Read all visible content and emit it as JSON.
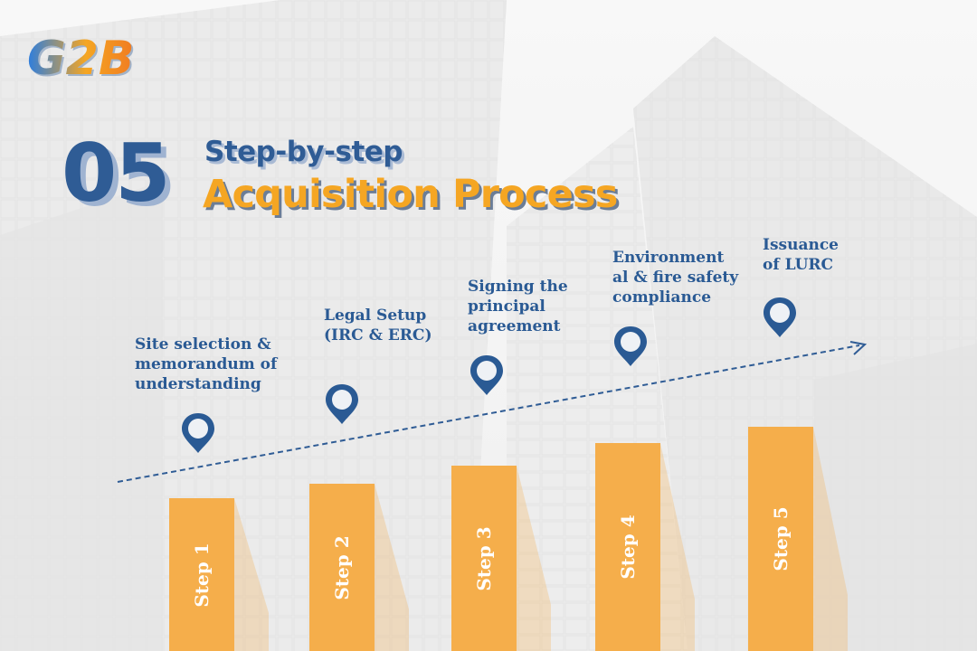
{
  "logo": {
    "text": "G2B"
  },
  "header": {
    "number": "05",
    "title_line1": "Step-by-step",
    "title_line2": "Acquisition Process"
  },
  "colors": {
    "accent_blue": "#2f5c95",
    "accent_orange": "#f5a623",
    "bar_orange": "#f5ae4b",
    "label_blue": "#2a5a94"
  },
  "steps": [
    {
      "bar_label": "Step 1",
      "description": "Site selection & memorandum of understanding",
      "icon": "location-pin-icon"
    },
    {
      "bar_label": "Step 2",
      "description": "Legal Setup (IRC & ERC)",
      "icon": "location-pin-icon"
    },
    {
      "bar_label": "Step 3",
      "description": "Signing the principal agreement",
      "icon": "location-pin-icon"
    },
    {
      "bar_label": "Step 4",
      "description": "Environmental & fire safety compliance",
      "icon": "location-pin-icon"
    },
    {
      "bar_label": "Step 5",
      "description": "Issuance of LURC",
      "icon": "location-pin-icon"
    }
  ]
}
